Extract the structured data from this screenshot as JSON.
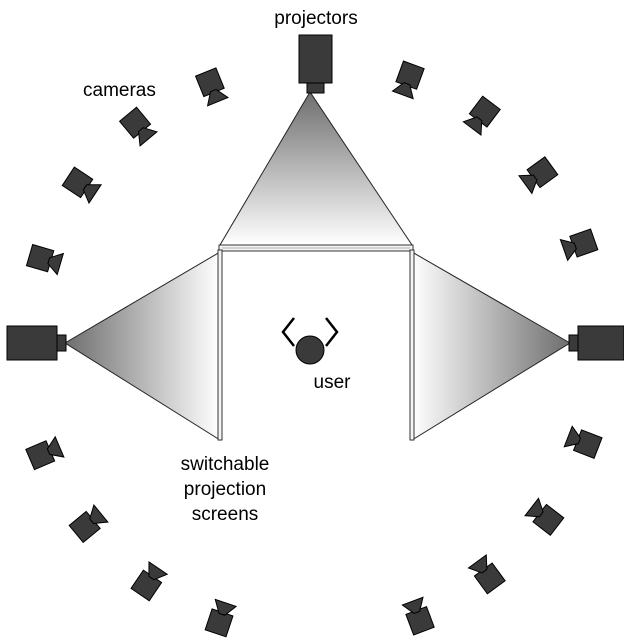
{
  "labels": {
    "projectors": "projectors",
    "cameras": "cameras",
    "user": "user",
    "screens_line1": "switchable",
    "screens_line2": "projection",
    "screens_line3": "screens"
  },
  "colors": {
    "device": "#3a3a3a",
    "beam_dark": "#6e6e6e",
    "beam_light": "#ffffff"
  },
  "icons": {
    "camera": "camera-icon",
    "projector": "projector-icon",
    "user": "user-head-icon"
  }
}
